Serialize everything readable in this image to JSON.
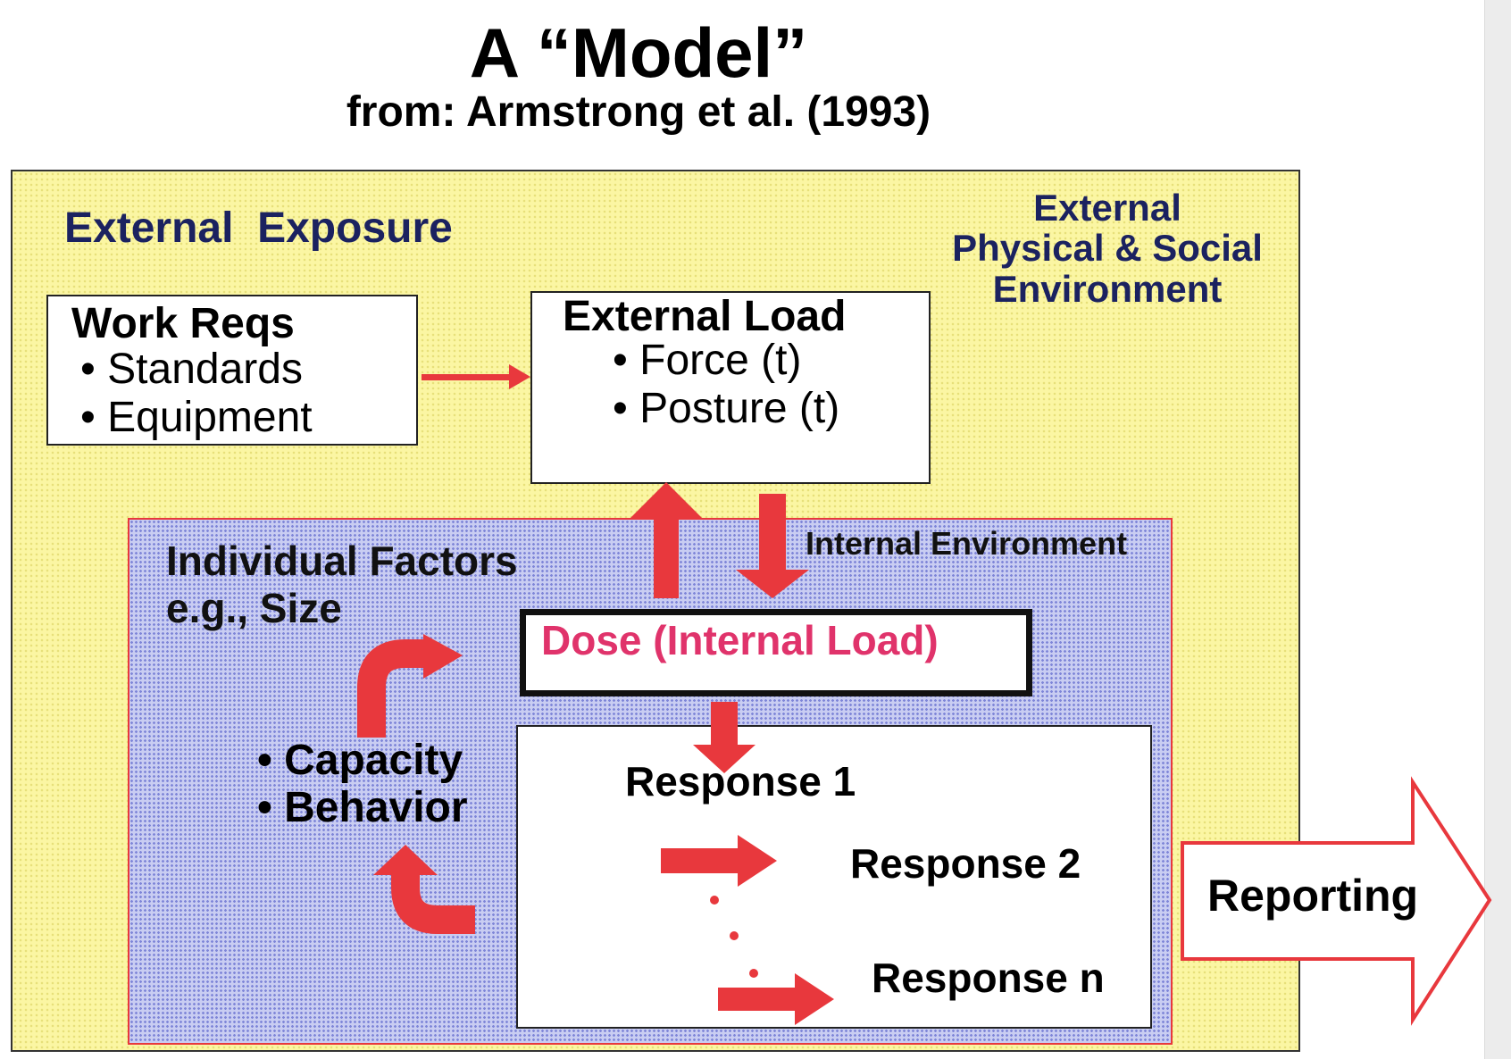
{
  "title": "A “Model”",
  "subtitle": "from: Armstrong et al. (1993)",
  "external_exposure": "External  Exposure",
  "environment": {
    "line1": "External",
    "line2": "Physical & Social",
    "line3": "Environment"
  },
  "work_reqs": {
    "title": "Work Reqs",
    "items": [
      "• Standards",
      "• Equipment"
    ]
  },
  "external_load": {
    "title": "External Load",
    "items": [
      "• Force (t)",
      "• Posture (t)"
    ]
  },
  "internal_environment": "Internal Environment",
  "individual_factors": {
    "line1": "Individual Factors",
    "line2": "e.g., Size",
    "items": [
      "• Capacity",
      "• Behavior"
    ]
  },
  "dose": "Dose (Internal Load)",
  "responses": [
    "Response 1",
    "Response 2",
    "Response n"
  ],
  "reporting": "Reporting",
  "colors": {
    "arrow": "#e8383d",
    "dose_text": "#e0336b",
    "heading_navy": "#1b2260",
    "outer_fill": "#fbf6a3",
    "inner_fill": "#c9cdf2"
  }
}
